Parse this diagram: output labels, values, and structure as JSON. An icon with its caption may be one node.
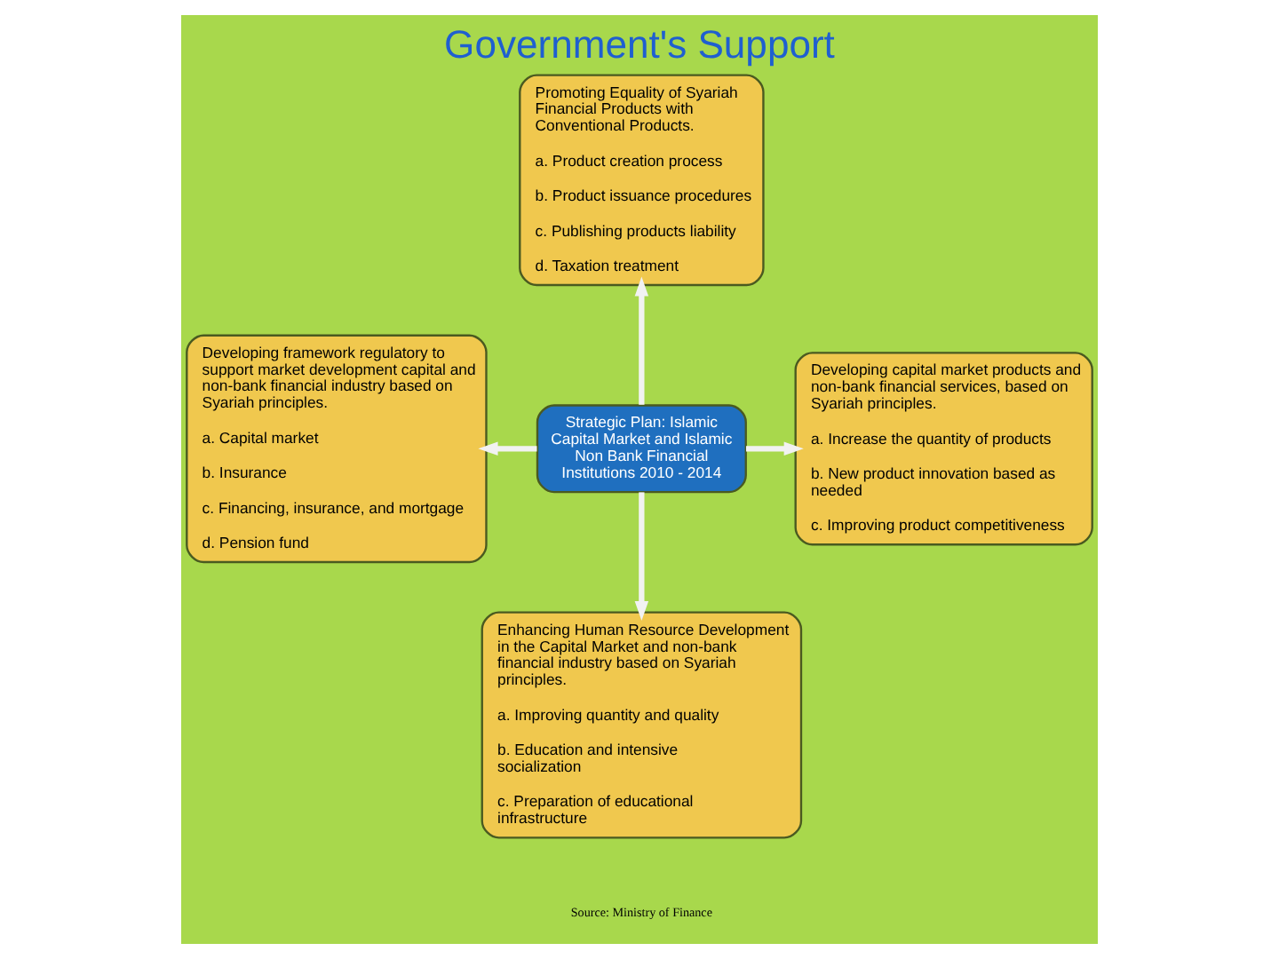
{
  "diagram": {
    "title": "Government's Support",
    "nodes": [
      {
        "text": [
          "Strategic Plan: Islamic Capital Market and Islamic Non Bank Financial Institutions 2010 - 2014"
        ]
      },
      {
        "text": [
          "Promoting Equality of Syariah Financial Products with Conventional Products.",
          "a. Product creation process",
          "b. Product issuance procedures",
          "c. Publishing products liability",
          "d. Taxation treatment"
        ]
      },
      {
        "text": [
          "Developing framework regulatory to support market development capital and non-bank financial industry based on Syariah principles.",
          "a. Capital market",
          "b. Insurance",
          "c. Financing, insurance, and mortgage",
          "d. Pension fund"
        ]
      },
      {
        "text": [
          "Developing capital market products and non-bank financial services, based on Syariah principles.",
          "a. Increase the quantity of products",
          "b. New product innovation based as needed",
          "c. Improving product competitiveness"
        ]
      },
      {
        "text": [
          "Enhancing Human Resource Development in the Capital Market and non-bank financial industry based on Syariah principles.",
          "a. Improving quantity and quality",
          "b. Education and intensive socialization",
          "c. Preparation of educational infrastructure"
        ]
      }
    ],
    "edges": [
      {
        "from": 0,
        "to": 1,
        "arrow": "to"
      },
      {
        "from": 0,
        "to": 2,
        "arrow": "to"
      },
      {
        "from": 0,
        "to": 3,
        "arrow": "to"
      },
      {
        "from": 0,
        "to": 4,
        "arrow": "to"
      }
    ],
    "labels": [
      "Source: Ministry of Finance"
    ]
  }
}
